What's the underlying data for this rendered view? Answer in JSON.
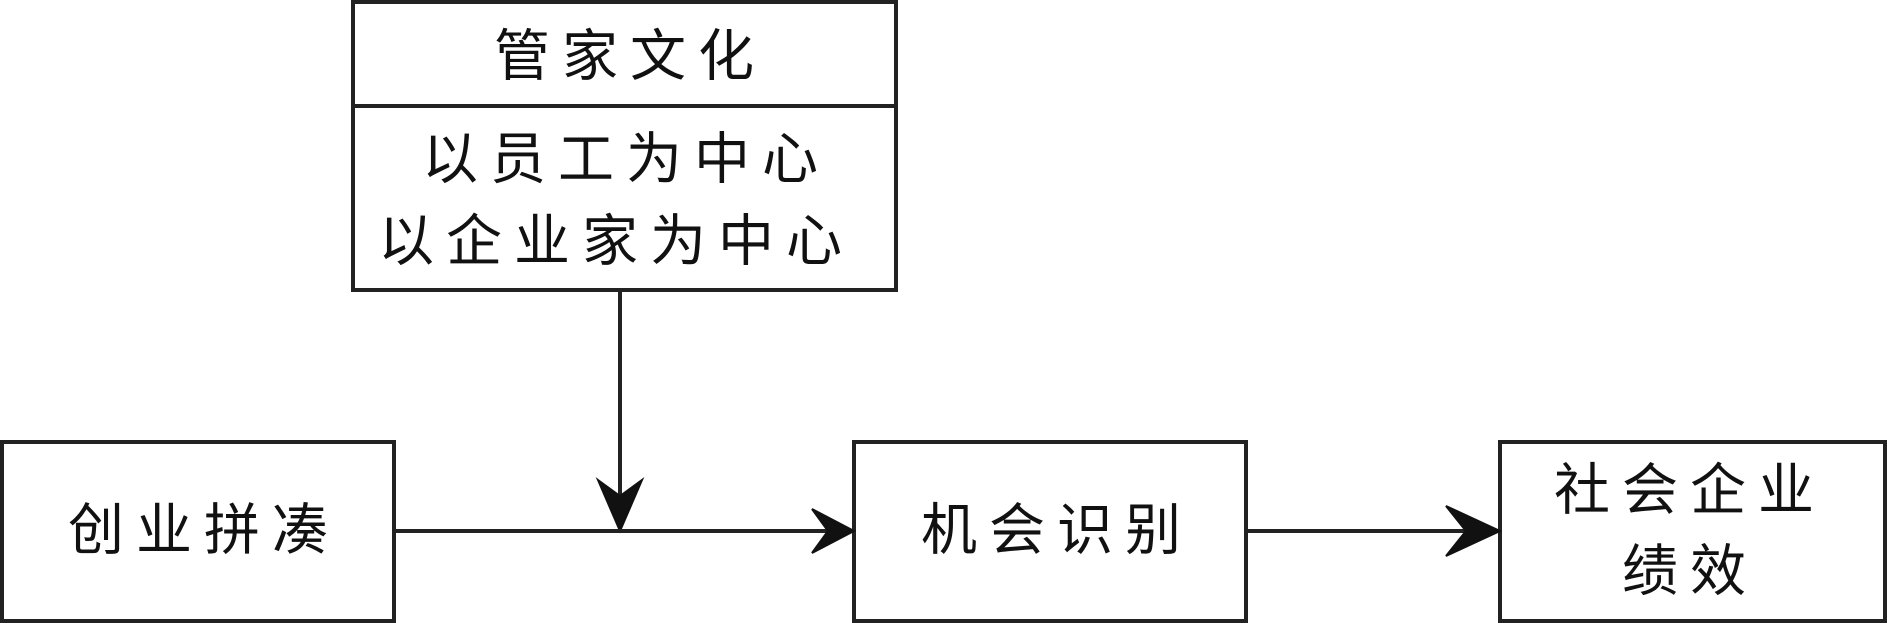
{
  "diagram": {
    "moderator": {
      "header": "管家文化",
      "line_1": "以员工为中心",
      "line_2": "以企业家为中心"
    },
    "nodes": {
      "bricolage": "创业拼凑",
      "opportunity": "机会识别",
      "performance_line_1": "社会企业",
      "performance_line_2": "绩效"
    }
  }
}
